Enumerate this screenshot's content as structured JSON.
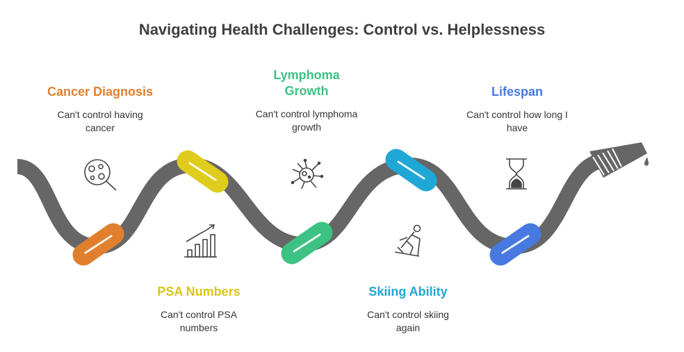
{
  "title": "Navigating Health Challenges: Control vs. Helplessness",
  "steps": [
    {
      "label": "Cancer Diagnosis",
      "desc": "Can't control having cancer",
      "color": "#E0802F",
      "icon": "magnifier-cells-icon"
    },
    {
      "label": "PSA Numbers",
      "desc": "Can't control PSA numbers",
      "color": "#E0CC1C",
      "icon": "bar-chart-up-icon"
    },
    {
      "label": "Lymphoma Growth",
      "desc": "Can't control lymphoma growth",
      "color": "#3DC283",
      "icon": "cell-icon"
    },
    {
      "label": "Skiing Ability",
      "desc": "Can't control skiing again",
      "color": "#1FA7D6",
      "icon": "skier-icon"
    },
    {
      "label": "Lifespan",
      "desc": "Can't control how long I have",
      "color": "#4779E0",
      "icon": "hourglass-icon"
    }
  ],
  "colors": {
    "hose": "#666666",
    "title": "#3f3f3f",
    "text": "#333333"
  }
}
